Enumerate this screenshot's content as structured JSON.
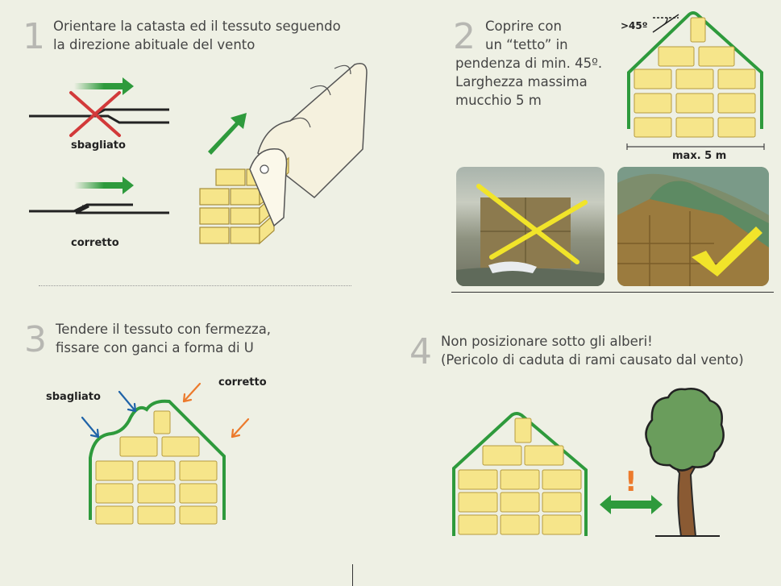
{
  "steps": [
    {
      "number": "1",
      "text_lines": [
        "Orientare la catasta ed il tessuto seguendo",
        "la direzione abituale del vento"
      ]
    },
    {
      "number": "2",
      "text_lines": [
        "Coprire con",
        "un “tetto” in",
        "pendenza di min. 45º.",
        "Larghezza massima",
        "mucchio 5 m"
      ]
    },
    {
      "number": "3",
      "text_lines": [
        "Tendere il tessuto con fermezza,",
        "fissare con ganci a forma di U"
      ]
    },
    {
      "number": "4",
      "text_lines": [
        "Non posizionare sotto gli alberi!",
        "(Pericolo di caduta di rami causato dal vento)"
      ]
    }
  ],
  "step1": {
    "wrong_label": "sbagliato",
    "right_label": "corretto"
  },
  "step2": {
    "angle_label": ">45º",
    "width_label": "max. 5 m"
  },
  "step3": {
    "wrong_label": "sbagliato",
    "right_label": "corretto"
  },
  "step4": {
    "warning_symbol": "!"
  },
  "colors": {
    "background": "#eef0e4",
    "green": "#2e9a3c",
    "bale": "#f6e58a",
    "red": "#d23a3a",
    "blue": "#1f63a8",
    "orange": "#ec7a2c",
    "yellow_mark": "#f1e42a"
  }
}
